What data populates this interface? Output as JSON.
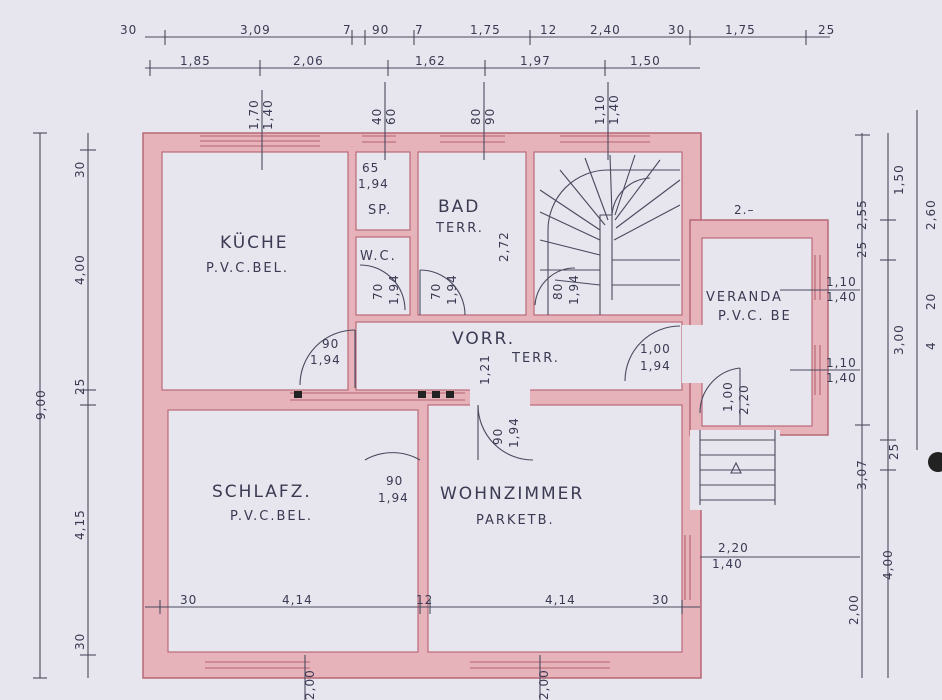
{
  "rooms": {
    "kueche": {
      "name": "KÜCHE",
      "floor": "P.V.C.BEL."
    },
    "sp": {
      "name": "SP."
    },
    "wc": {
      "name": "W.C."
    },
    "bad": {
      "name": "BAD",
      "floor": "TERR."
    },
    "vorr": {
      "name": "VORR.",
      "floor": "TERR."
    },
    "veranda": {
      "name": "VERANDA",
      "floor": "P.V.C. BE"
    },
    "schlafz": {
      "name": "SCHLAFZ.",
      "floor": "P.V.C.BEL."
    },
    "wohnzimmer": {
      "name": "WOHNZIMMER",
      "floor": "PARKETB."
    }
  },
  "top_dims_row1": [
    "30",
    "3,09",
    "7",
    "90",
    "7",
    "1,75",
    "12",
    "2,40",
    "30",
    "1,75",
    "25"
  ],
  "top_dims_row2": [
    "1,85",
    "2,06",
    "1,62",
    "1,97",
    "1,50"
  ],
  "window_dims": {
    "kueche": [
      "1,70",
      "1,40"
    ],
    "sp": [
      "40",
      "60"
    ],
    "bad": [
      "80",
      "90"
    ],
    "stair": [
      "1,10",
      "1,40"
    ]
  },
  "left_dims": {
    "total": "9,00",
    "parts": [
      "30",
      "4,00",
      "25",
      "4,15",
      "30"
    ]
  },
  "right_dims": {
    "outer": [
      "2,60",
      "20",
      "4"
    ],
    "mid": [
      "2,55",
      "25",
      "3,07",
      "4,00"
    ],
    "inner": [
      "1,50",
      "3,00",
      "25",
      "2,00"
    ]
  },
  "door_dims": {
    "sp": [
      "65",
      "1,94"
    ],
    "wc": [
      "70",
      "1,94"
    ],
    "bad": [
      "70",
      "1,94"
    ],
    "bad_height": "2,72",
    "stair": [
      "80",
      "1,94"
    ],
    "kueche": [
      "90",
      "1,94"
    ],
    "vorr": "1,21",
    "wohn_entry": [
      "1,00",
      "1,94"
    ],
    "schlafz": [
      "90",
      "1,94"
    ],
    "wohn": [
      "90",
      "1,94"
    ],
    "veranda": [
      "1,00",
      "2,20"
    ]
  },
  "veranda_windows": [
    [
      "1,10",
      "1,40"
    ],
    [
      "1,10",
      "1,40"
    ]
  ],
  "veranda_depth": "2.–",
  "wohn_window": [
    "2,20",
    "1,40"
  ],
  "bottom_dims": [
    "30",
    "4,14",
    "12",
    "4,14",
    "30"
  ],
  "bottom_window_dims": [
    "2,00",
    "2,00"
  ],
  "colors": {
    "wall": "#e7b3bb",
    "wall_line": "#b6616f",
    "paper": "#e7e5ee",
    "ink": "#3a3a52"
  }
}
